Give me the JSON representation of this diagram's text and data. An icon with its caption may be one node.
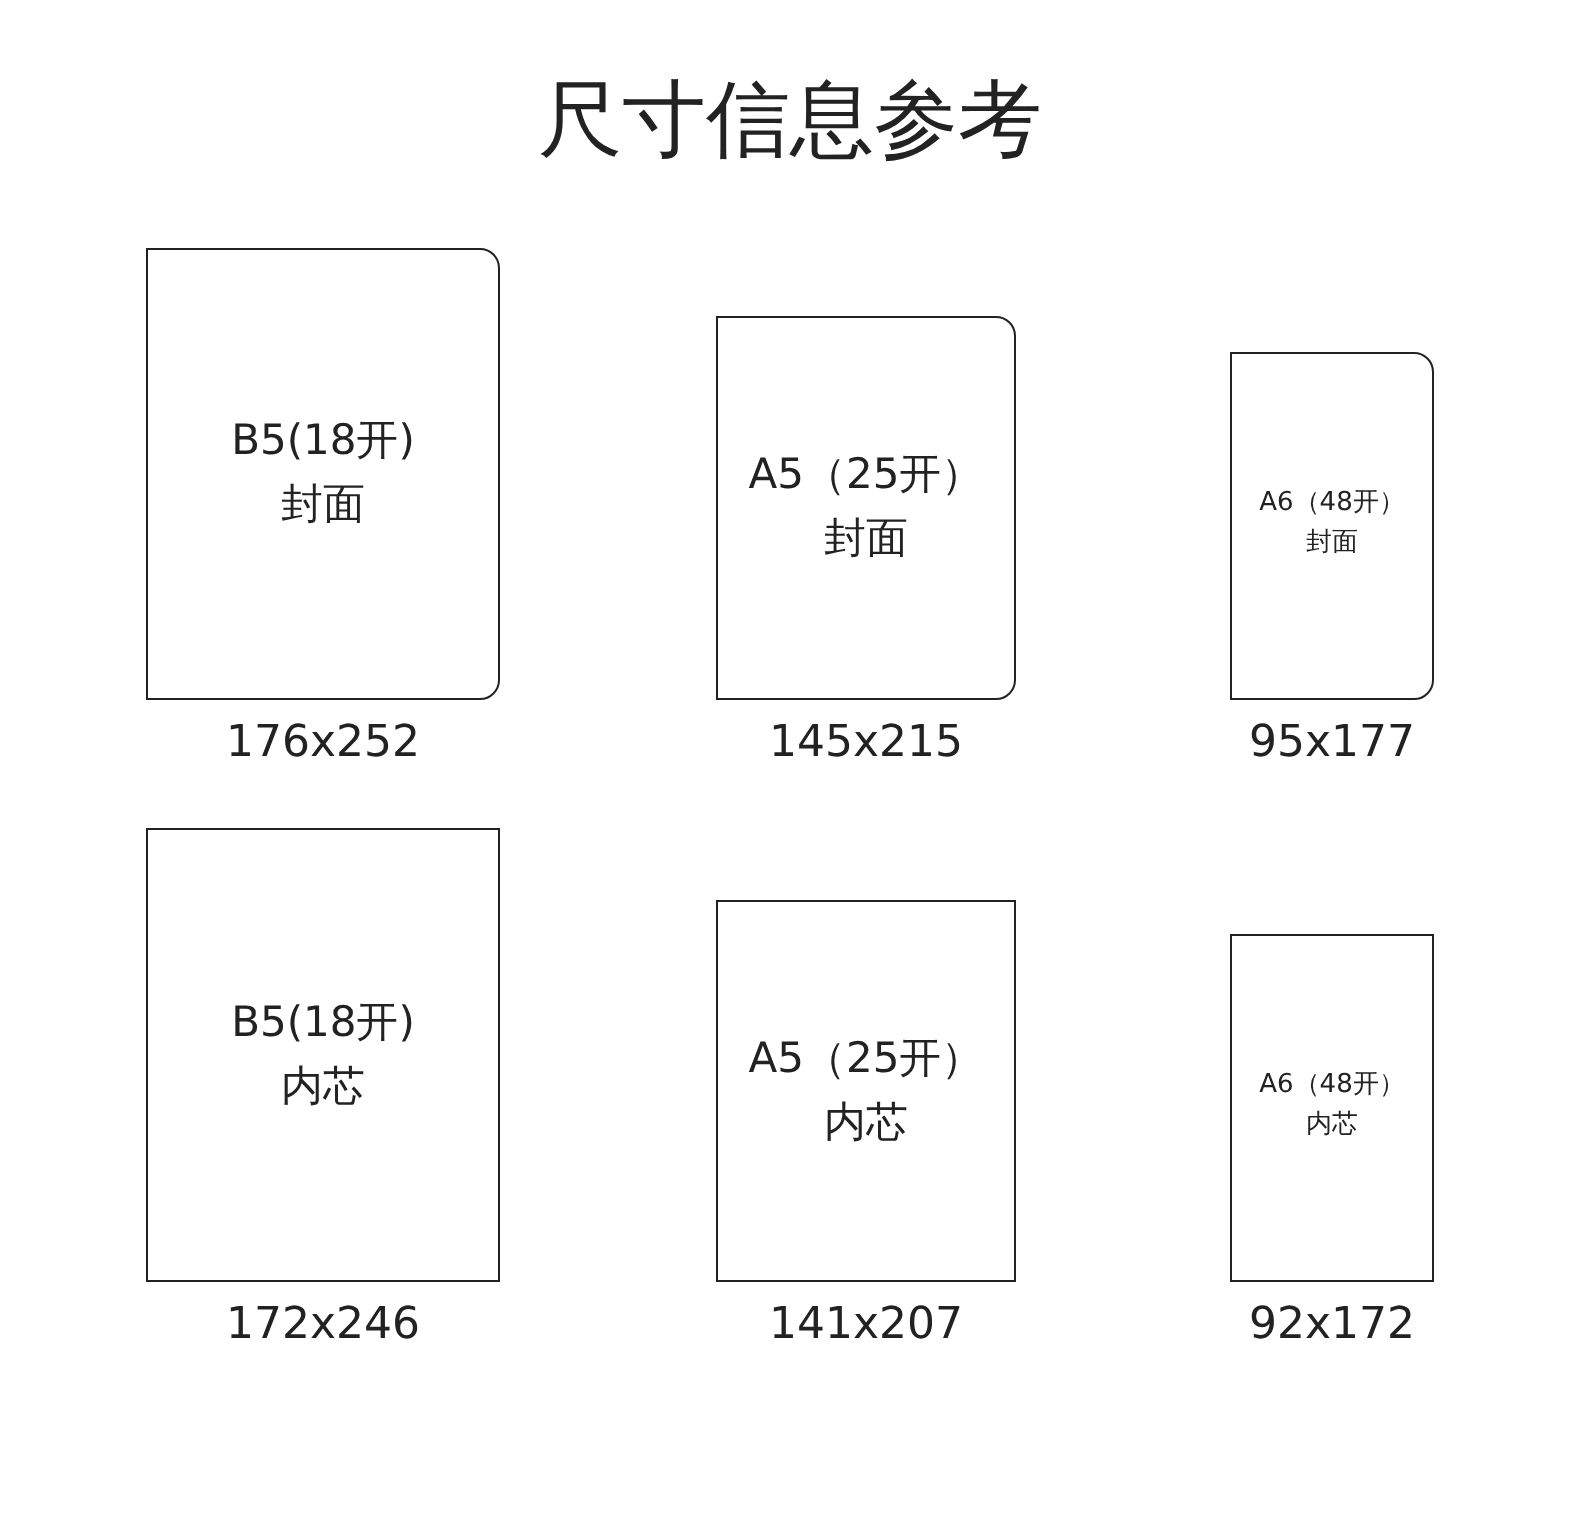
{
  "diagram": {
    "title": "尺寸信息参考",
    "nodes": [
      {
        "text": [
          "B5(18开)",
          "封面"
        ],
        "beside": [
          "176x252"
        ]
      },
      {
        "text": [
          "A5（25开）",
          "封面"
        ],
        "beside": [
          "145x215"
        ]
      },
      {
        "text": [
          "A6（48开）",
          "封面"
        ],
        "beside": [
          "95x177"
        ]
      },
      {
        "text": [
          "B5(18开)",
          "内芯"
        ],
        "beside": [
          "172x246"
        ]
      },
      {
        "text": [
          "A5（25开）",
          "内芯"
        ],
        "beside": [
          "141x207"
        ]
      },
      {
        "text": [
          "A6（48开）",
          "内芯"
        ],
        "beside": [
          "92x172"
        ]
      }
    ]
  }
}
